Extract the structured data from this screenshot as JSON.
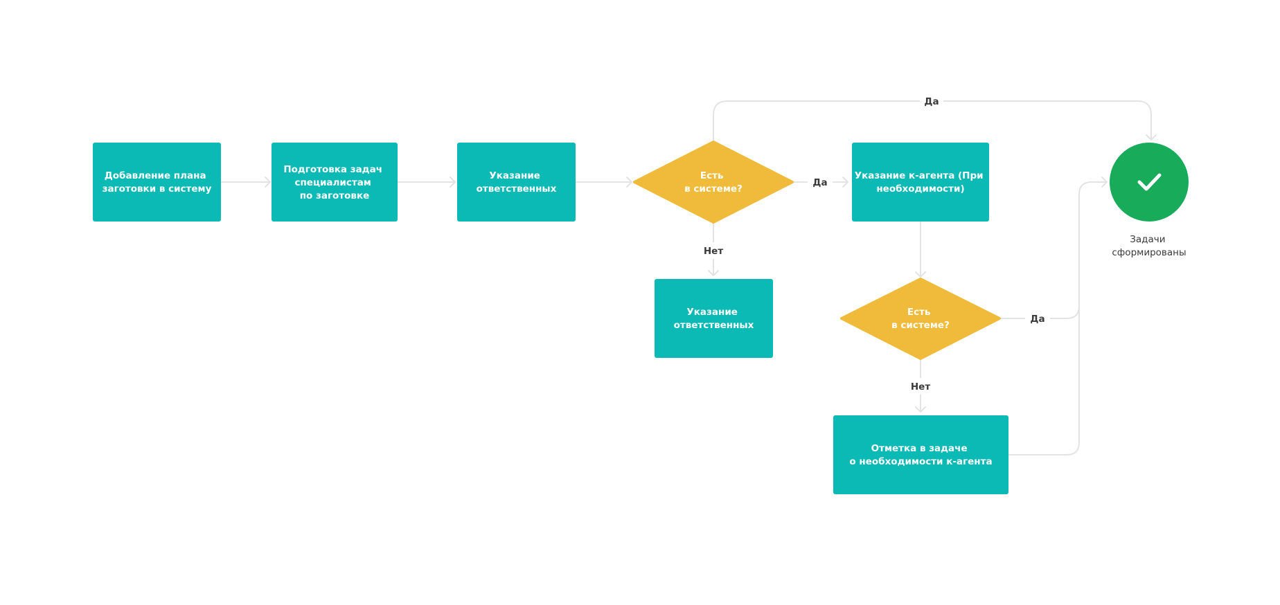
{
  "colors": {
    "process": "#0bb9b5",
    "decision": "#f0bb3a",
    "terminal": "#17ab5a",
    "connector": "#e3e3e3"
  },
  "nodes": {
    "add_plan": {
      "lines": [
        "Добавление плана",
        "заготовки в систему"
      ]
    },
    "prepare_tasks": {
      "lines": [
        "Подготовка задач",
        "специалистам",
        "по заготовке"
      ]
    },
    "assign_responsible_1": {
      "lines": [
        "Указание",
        "ответственных"
      ]
    },
    "decision_1": {
      "lines": [
        "Есть",
        "в системе?"
      ]
    },
    "assign_responsible_2": {
      "lines": [
        "Указание",
        "ответственных"
      ]
    },
    "assign_agent": {
      "lines": [
        "Указание к-агента (При",
        "необходимости)"
      ]
    },
    "decision_2": {
      "lines": [
        "Есть",
        "в системе?"
      ]
    },
    "mark_agent_needed": {
      "lines": [
        "Отметка в задаче",
        "о необходимости к-агента"
      ]
    },
    "tasks_formed": {
      "icon": "check-icon",
      "lines": [
        "Задачи",
        "сформированы"
      ]
    }
  },
  "edge_labels": {
    "top_yes": "Да",
    "d1_yes": "Да",
    "d1_no": "Нет",
    "d2_yes": "Да",
    "d2_no": "Нет"
  }
}
